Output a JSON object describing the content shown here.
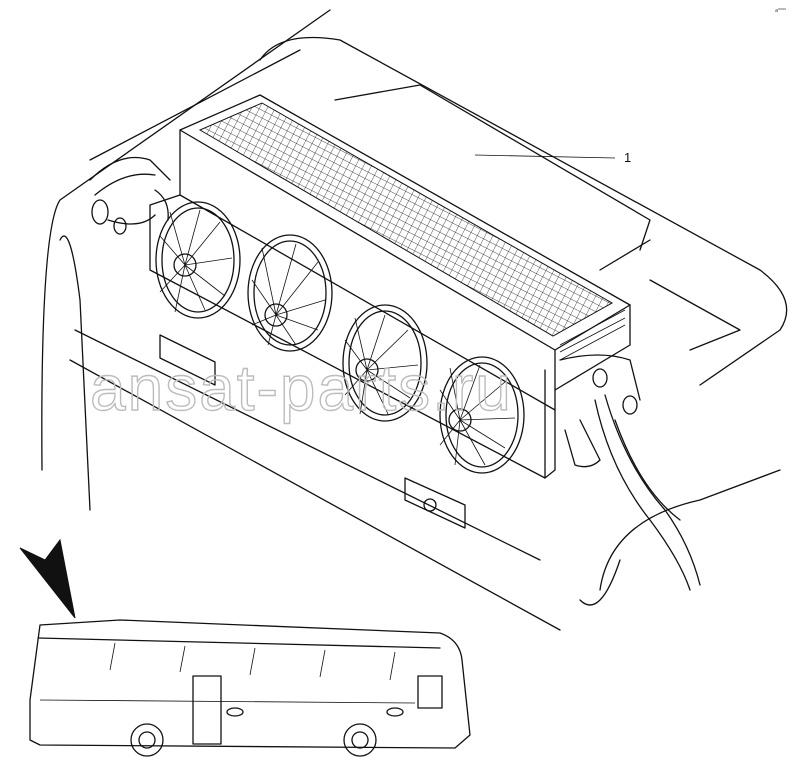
{
  "callouts": [
    {
      "label": "1"
    }
  ],
  "watermark": "ansat-parts.ru",
  "corner_mark": "a⁰⁰⁰⁰"
}
